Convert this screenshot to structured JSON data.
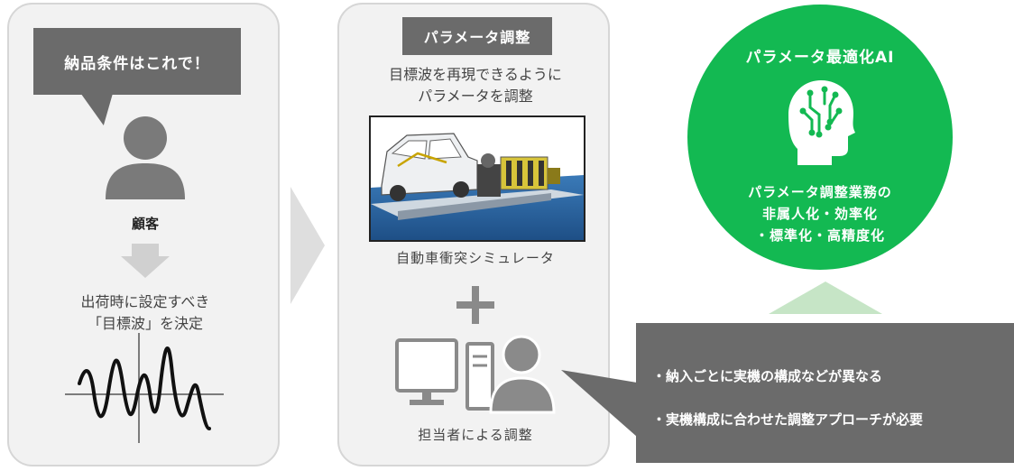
{
  "customer_panel": {
    "bubble_text": "納品条件はこれで！",
    "customer_label": "顧客",
    "text_line1": "出荷時に設定すべき",
    "text_line2": "「目標波」を決定"
  },
  "tuning_panel": {
    "tag": "パラメータ調整",
    "text_line1": "目標波を再現できるように",
    "text_line2": "パラメータを調整",
    "simulator_label": "自動車衝突シミュレータ",
    "operator_label": "担当者による調整"
  },
  "ai_circle": {
    "title": "パラメータ最適化AI",
    "desc_line1": "パラメータ調整業務の",
    "desc_line2": "非属人化・効率化",
    "desc_line3": "・標準化・高精度化"
  },
  "note": {
    "line1": "・納入ごとに実機の構成などが異なる",
    "line2": "・実機構成に合わせた調整アプローチが必要"
  },
  "colors": {
    "ai_green": "#13b952",
    "dark_gray": "#6b6b6b",
    "panel_bg": "#f2f2f2"
  }
}
